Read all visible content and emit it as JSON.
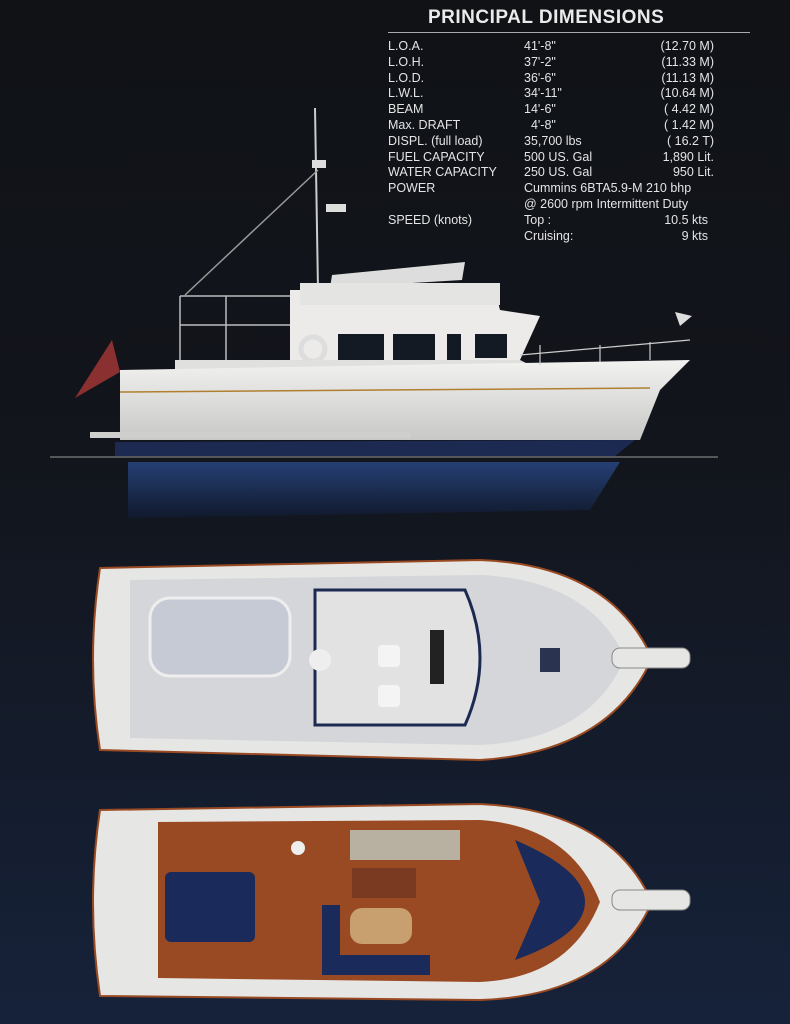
{
  "title": "PRINCIPAL DIMENSIONS",
  "specs": [
    {
      "label": "L.O.A.",
      "value": "41'-8\"",
      "metric": "(12.70 M)"
    },
    {
      "label": "L.O.H.",
      "value": "37'-2\"",
      "metric": "(11.33 M)"
    },
    {
      "label": "L.O.D.",
      "value": "36'-6\"",
      "metric": "(11.13 M)"
    },
    {
      "label": "L.W.L.",
      "value": "34'-11\"",
      "metric": "(10.64 M)"
    },
    {
      "label": "BEAM",
      "value": "14'-6\"",
      "metric": "( 4.42 M)"
    },
    {
      "label": "Max. DRAFT",
      "value": "  4'-8\"",
      "metric": "( 1.42 M)"
    },
    {
      "label": "DISPL. (full load)",
      "value": "35,700 lbs",
      "metric": "( 16.2 T)"
    },
    {
      "label": "FUEL CAPACITY",
      "value": "500 US. Gal",
      "metric": "1,890 Lit."
    },
    {
      "label": "WATER CAPACITY",
      "value": "250 US. Gal",
      "metric": "950 Lit."
    }
  ],
  "power": {
    "label": "POWER",
    "line1": "Cummins 6BTA5.9-M 210 bhp",
    "line2": "@ 2600 rpm Intermittent Duty"
  },
  "speed": {
    "label": "SPEED (knots)",
    "top_label": "Top :",
    "top_value": "10.5 kts",
    "cruise_label": "Cruising:",
    "cruise_value": "9 kts"
  },
  "colors": {
    "hull": "#e8e8e6",
    "teak": "#9a4a22",
    "upholstery": "#1a2a5a",
    "background": "#12151c"
  }
}
